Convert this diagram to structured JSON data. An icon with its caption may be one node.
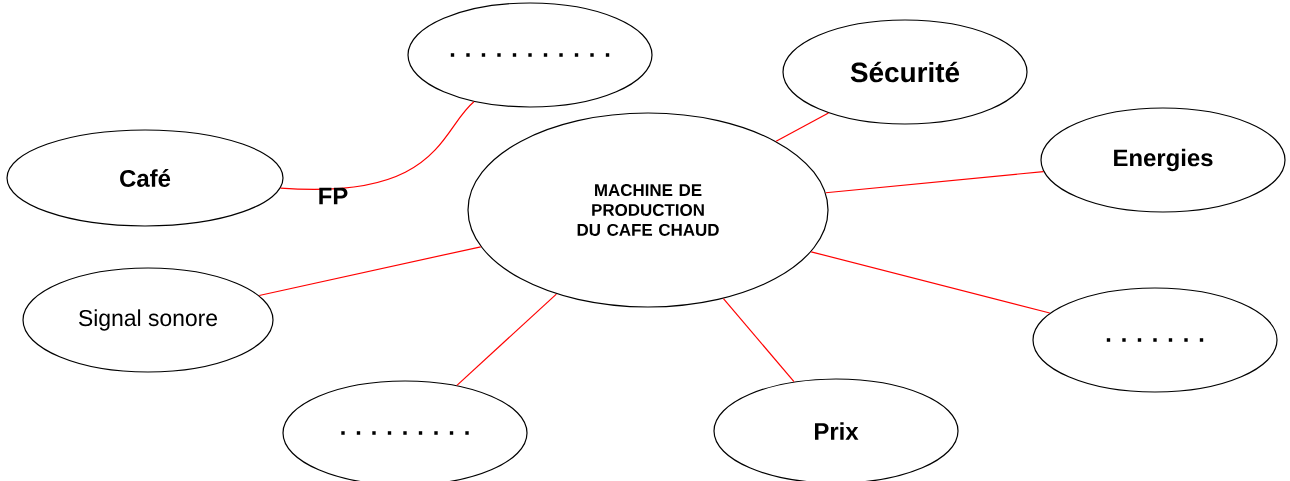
{
  "diagram": {
    "nodes": [
      {
        "text": [
          ". . . . . . . . . . ."
        ]
      },
      {
        "text": [
          "Sécurité"
        ]
      },
      {
        "text": [
          "Café"
        ]
      },
      {
        "text": [
          "Energies"
        ]
      },
      {
        "text": [
          "MACHINE DE PRODUCTION DU CAFE CHAUD"
        ]
      },
      {
        "text": [
          "Signal sonore"
        ]
      },
      {
        "text": [
          ". . . . . . ."
        ]
      },
      {
        "text": [
          ". . . . . . . . ."
        ]
      },
      {
        "text": [
          "Prix"
        ]
      }
    ],
    "edges": [
      {
        "from": 2,
        "to": 0,
        "arrow": "none",
        "label": "FP"
      },
      {
        "from": 4,
        "to": 1,
        "arrow": "none"
      },
      {
        "from": 4,
        "to": 3,
        "arrow": "none"
      },
      {
        "from": 4,
        "to": 5,
        "arrow": "none"
      },
      {
        "from": 4,
        "to": 6,
        "arrow": "none"
      },
      {
        "from": 4,
        "to": 7,
        "arrow": "none"
      },
      {
        "from": 4,
        "to": 8,
        "arrow": "none"
      }
    ]
  }
}
